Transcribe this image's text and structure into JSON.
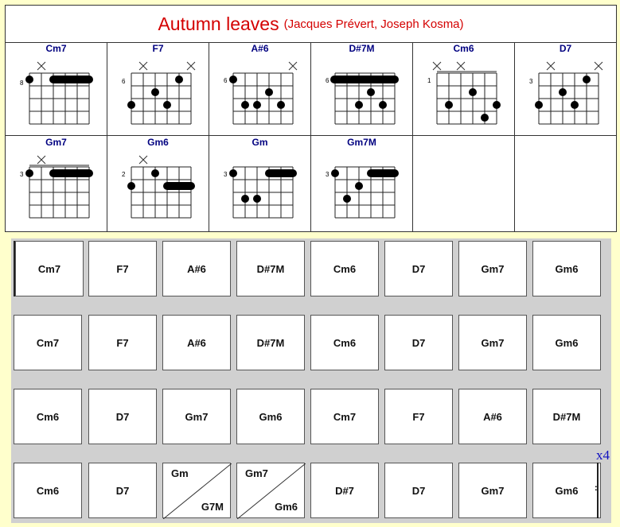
{
  "song": {
    "title": "Autumn leaves",
    "authors": "(Jacques Prévert, Joseph Kosma)"
  },
  "chord_diagrams": [
    {
      "name": "Cm7"
    },
    {
      "name": "F7"
    },
    {
      "name": "A#6"
    },
    {
      "name": "D#7M"
    },
    {
      "name": "Cm6"
    },
    {
      "name": "D7"
    },
    {
      "name": "Gm7"
    },
    {
      "name": "Gm6"
    },
    {
      "name": "Gm"
    },
    {
      "name": "Gm7M"
    }
  ],
  "fret_labels": [
    "8",
    "6",
    "6",
    "6",
    "1",
    "3",
    "3",
    "2",
    "3",
    "3"
  ],
  "grid": {
    "rows": [
      [
        "Cm7",
        "F7",
        "A#6",
        "D#7M",
        "Cm6",
        "D7",
        "Gm7",
        "Gm6"
      ],
      [
        "Cm7",
        "F7",
        "A#6",
        "D#7M",
        "Cm6",
        "D7",
        "Gm7",
        "Gm6"
      ],
      [
        "Cm6",
        "D7",
        "Gm7",
        "Gm6",
        "Cm7",
        "F7",
        "A#6",
        "D#7M"
      ],
      [
        "Cm6",
        "D7",
        "Gm|G7M",
        "Gm7|Gm6",
        "D#7",
        "D7",
        "Gm7",
        "Gm6"
      ]
    ],
    "split_a": [
      "Gm",
      "Gm7"
    ],
    "split_b": [
      "G7M",
      "Gm6"
    ],
    "repeat_count": "x4",
    "repeat_start": ":",
    "repeat_end": ":"
  },
  "colors": {
    "title": "#d40000",
    "chord_name": "#000080",
    "repeat": "#1010c0",
    "background": "#ffffcc"
  }
}
